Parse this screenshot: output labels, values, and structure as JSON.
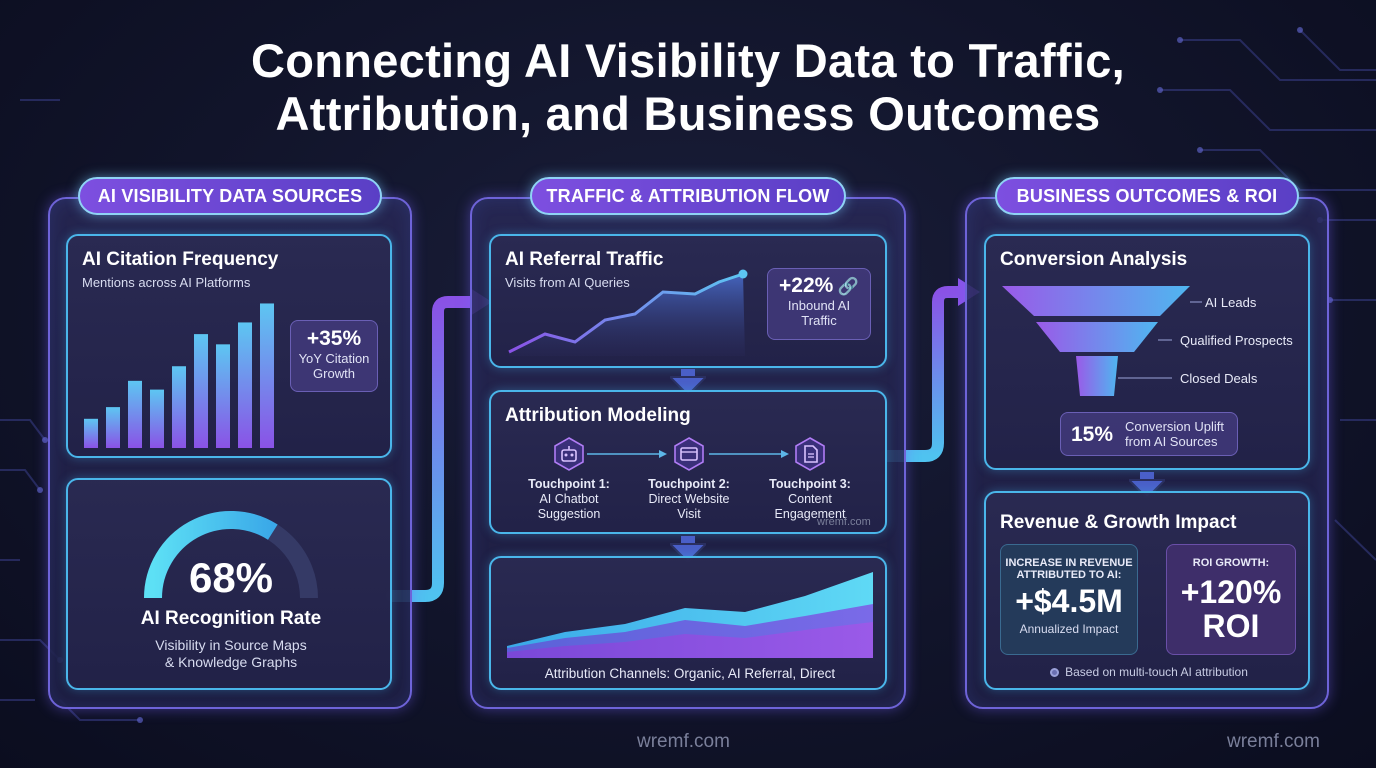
{
  "title_line1": "Connecting AI Visibility Data to Traffic,",
  "title_line2": "Attribution, and Business Outcomes",
  "left_panel": {
    "tag": "AI VISIBILITY DATA SOURCES",
    "citation": {
      "title": "AI Citation Frequency",
      "subtitle": "Mentions across AI Platforms",
      "stat_value": "+35%",
      "stat_label_1": "YoY Citation",
      "stat_label_2": "Growth",
      "bar_values": [
        2.0,
        2.8,
        4.6,
        4.0,
        5.6,
        7.8,
        7.1,
        8.6,
        9.9
      ]
    },
    "recognition": {
      "gauge_value": "68%",
      "gauge_fraction": 0.68,
      "title": "AI Recognition Rate",
      "subtitle_1": "Visibility in Source Maps",
      "subtitle_2": "& Knowledge Graphs"
    }
  },
  "middle_panel": {
    "tag": "TRAFFIC & ATTRIBUTION FLOW",
    "referral": {
      "title": "AI Referral Traffic",
      "subtitle": "Visits from AI Queries",
      "stat_value": "+22%",
      "stat_label_1": "Inbound AI",
      "stat_label_2": "Traffic"
    },
    "modeling": {
      "title": "Attribution Modeling",
      "touchpoints": [
        {
          "label": "Touchpoint 1:",
          "desc_1": "AI Chatbot",
          "desc_2": "Suggestion",
          "icon": "robot-icon"
        },
        {
          "label": "Touchpoint 2:",
          "desc_1": "Direct Website",
          "desc_2": "Visit",
          "icon": "browser-icon"
        },
        {
          "label": "Touchpoint 3:",
          "desc_1": "Content",
          "desc_2": "Engagement",
          "icon": "document-icon"
        }
      ],
      "watermark": "wremf.com"
    },
    "channels": {
      "caption": "Attribution Channels: Organic, AI Referral, Direct"
    }
  },
  "right_panel": {
    "tag": "BUSINESS OUTCOMES & ROI",
    "conversion": {
      "title": "Conversion Analysis",
      "funnel_labels": [
        "AI Leads",
        "Qualified Prospects",
        "Closed Deals"
      ],
      "stat_value": "15%",
      "stat_label_1": "Conversion Uplift",
      "stat_label_2": "from AI Sources"
    },
    "revenue": {
      "title": "Revenue & Growth Impact",
      "box1_label_1": "INCREASE IN REVENUE",
      "box1_label_2": "ATTRIBUTED TO AI:",
      "box1_value": "+$4.5M",
      "box1_note": "Annualized Impact",
      "box2_label": "ROI GROWTH:",
      "box2_value_1": "+120%",
      "box2_value_2": "ROI",
      "footnote": "Based on multi-touch AI attribution"
    }
  },
  "watermark_center": "wremf.com",
  "watermark_right": "wremf.com",
  "colors": {
    "accent_purple": "#7d4fe0",
    "accent_cyan": "#4ab6ea",
    "background": "#11142a"
  }
}
